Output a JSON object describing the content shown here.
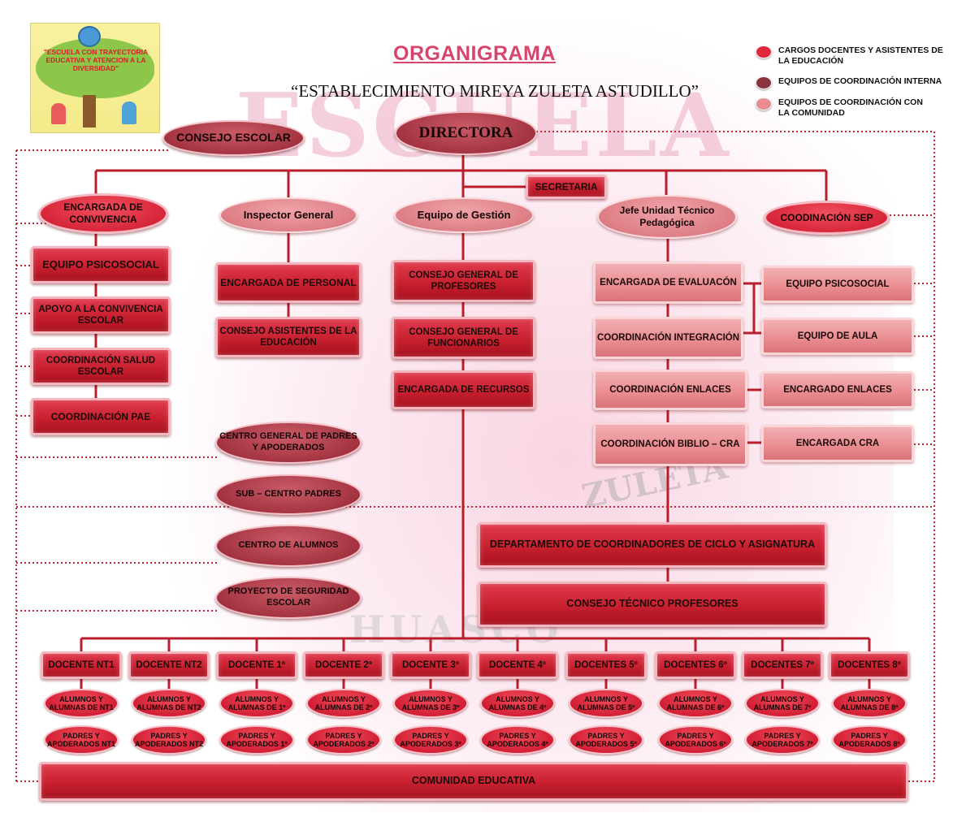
{
  "title": "ORGANIGRAMA",
  "subtitle": "“ESTABLECIMIENTO MIREYA ZULETA ASTUDILLO”",
  "logo_text": "\"ESCUELA CON TRAYECTORIA EDUCATIVA Y ATENCION A LA DIVERSIDAD\"",
  "watermark": {
    "top": "ESCUELA",
    "mid": "ZULETA",
    "bottom": "HUASCO"
  },
  "legend": [
    {
      "label": "CARGOS DOCENTES Y ASISTENTES DE LA EDUCACIÓN",
      "color": "#e0283c"
    },
    {
      "label": "EQUIPOS DE COORDINACIÓN INTERNA",
      "color": "#8a3440"
    },
    {
      "label": "EQUIPOS DE COORDINACIÓN CON LA COMUNIDAD",
      "color": "#e88c90"
    }
  ],
  "top": {
    "consejo": "CONSEJO ESCOLAR",
    "directora": "DIRECTORA",
    "secretaria": "SECRETARIA"
  },
  "heads": {
    "convivencia": "ENCARGADA DE CONVIVENCIA",
    "inspector": "Inspector General",
    "gestion": "Equipo de Gestión",
    "utp": "Jefe Unidad Técnico Pedagógica",
    "sep": "COODINACIÓN SEP"
  },
  "col1": [
    "EQUIPO  PSICOSOCIAL",
    "APOYO A LA CONVIVENCIA ESCOLAR",
    "COORDINACIÓN SALUD ESCOLAR",
    "COORDINACIÓN PAE"
  ],
  "col2": [
    "ENCARGADA DE PERSONAL",
    "CONSEJO ASISTENTES DE LA EDUCACIÓN"
  ],
  "community": [
    "CENTRO GENERAL DE PADRES Y APODERADOS",
    "SUB – CENTRO PADRES",
    "CENTRO DE ALUMNOS",
    "PROYECTO DE SEGURIDAD ESCOLAR"
  ],
  "col3": [
    "CONSEJO GENERAL DE PROFESORES",
    "CONSEJO GENERAL DE FUNCIONARIOS",
    "ENCARGADA DE RECURSOS"
  ],
  "col4": [
    "ENCARGADA DE EVALUACÓN",
    "COORDINACIÓN INTEGRACIÓN",
    "COORDINACIÓN  ENLACES",
    "COORDINACIÓN BIBLIO – CRA"
  ],
  "col5": [
    "EQUIPO PSICOSOCIAL",
    "EQUIPO DE AULA",
    "ENCARGADO  ENLACES",
    "ENCARGADA  CRA"
  ],
  "departamento": "DEPARTAMENTO DE COORDINADORES DE CICLO Y ASIGNATURA",
  "consejo_tecnico": "CONSEJO TÉCNICO PROFESORES",
  "levels": [
    {
      "docente": "DOCENTE  NT1",
      "alumnos": "ALUMNOS Y ALUMNAS DE NT1",
      "padres": "PADRES Y APODERADOS NT1"
    },
    {
      "docente": "DOCENTE  NT2",
      "alumnos": "ALUMNOS Y ALUMNAS DE NT2",
      "padres": "PADRES Y APODERADOS NT2"
    },
    {
      "docente": "DOCENTE  1º",
      "alumnos": "ALUMNOS Y ALUMNAS DE 1º",
      "padres": "PADRES Y APODERADOS 1º"
    },
    {
      "docente": "DOCENTE  2º",
      "alumnos": "ALUMNOS Y ALUMNAS DE 2º",
      "padres": "PADRES Y APODERADOS 2º"
    },
    {
      "docente": "DOCENTE  3º",
      "alumnos": "ALUMNOS Y ALUMNAS DE 3º",
      "padres": "PADRES Y APODERADOS 3º"
    },
    {
      "docente": "DOCENTE  4º",
      "alumnos": "ALUMNOS Y ALUMNAS DE 4º",
      "padres": "PADRES Y APODERADOS 4º"
    },
    {
      "docente": "DOCENTES 5º",
      "alumnos": "ALUMNOS Y ALUMNAS DE 5º",
      "padres": "PADRES Y APODERADOS 5º"
    },
    {
      "docente": "DOCENTES  6º",
      "alumnos": "ALUMNOS Y ALUMNAS DE 6º",
      "padres": "PADRES Y APODERADOS 6º"
    },
    {
      "docente": "DOCENTES 7º",
      "alumnos": "ALUMNOS Y ALUMNAS DE 7º",
      "padres": "PADRES Y APODERADOS 7º"
    },
    {
      "docente": "DOCENTES 8º",
      "alumnos": "ALUMNOS Y ALUMNAS DE 8º",
      "padres": "PADRES Y APODERADOS 8º"
    }
  ],
  "comunidad": "COMUNIDAD EDUCATIVA"
}
